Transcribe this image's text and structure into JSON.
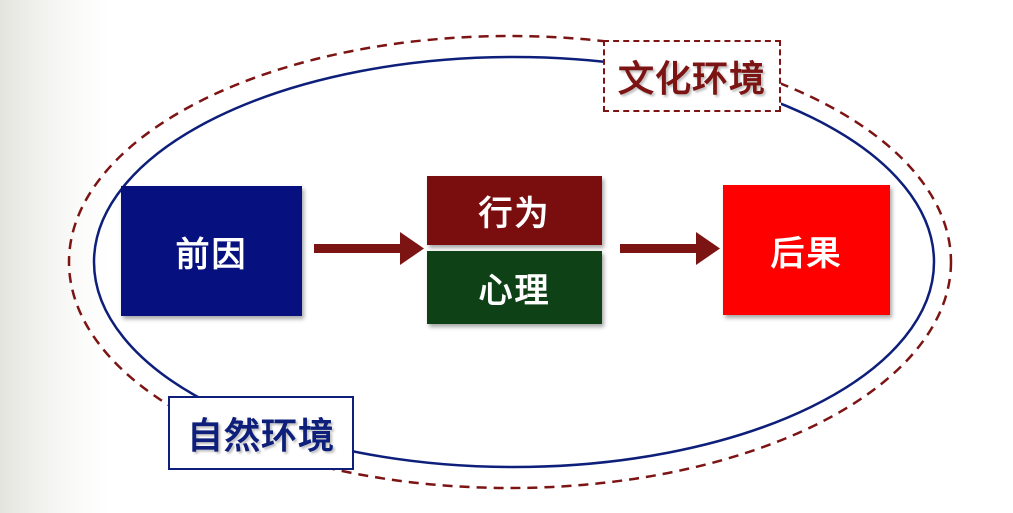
{
  "diagram": {
    "cause_label": "前因",
    "behavior_label": "行为",
    "psychology_label": "心理",
    "result_label": "后果",
    "culture_env_label": "文化环境",
    "natural_env_label": "自然环境"
  },
  "colors": {
    "cause_fill": "#07107f",
    "behavior_fill": "#7a0e0e",
    "psychology_fill": "#0f4116",
    "result_fill": "#ff0000",
    "arrow": "#7d1414",
    "culture_border": "#7d1414",
    "nature_border": "#0d1f7a"
  }
}
